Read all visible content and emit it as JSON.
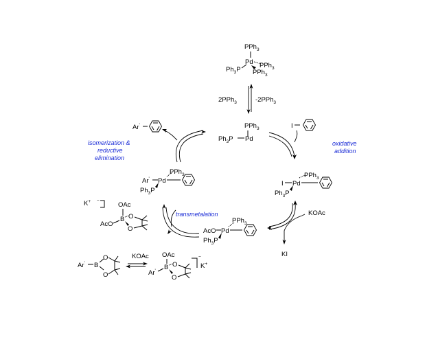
{
  "catalyst_cycle": {
    "precatalyst": {
      "pph3_top": "PPh",
      "pd": "Pd",
      "pph3_right": "PPh",
      "ph3p": "Ph",
      "ph3p_p": "P",
      "pph3_bottom": "PPh",
      "sub3": "3"
    },
    "equilibrium": {
      "plus_label": "2PPh",
      "minus_label": "-2PPh"
    },
    "active_catalyst": {
      "pph3": "PPh",
      "ph3p": "Ph",
      "p": "P",
      "pd": "Pd"
    },
    "steps": {
      "oxidative_line1": "oxidative",
      "oxidative_line2": "addition",
      "transmetalation": "transmetalation",
      "isomerization_line1": "isomerization &",
      "isomerization_line2": "reductive",
      "isomerization_line3": "elimination"
    },
    "reagents": {
      "iodo": "I",
      "koac_right": "KOAc",
      "ki": "KI",
      "koac_bottom": "KOAc",
      "k_plus": "K",
      "minus": "−",
      "plus": "+"
    },
    "oxidative_complex": {
      "i": "I",
      "pd": "Pd",
      "pph3": "PPh",
      "ph3p": "Ph",
      "p": "P"
    },
    "transmetal_complex": {
      "aco": "AcO",
      "pd": "Pd",
      "pph3": "PPh",
      "ph3p": "Ph",
      "p": "P"
    },
    "aryl_complex": {
      "ar": "Ar",
      "prime": "'",
      "pd": "Pd",
      "pph3": "PPh",
      "ph3p": "Ph",
      "p": "P"
    },
    "product": {
      "ar": "Ar",
      "prime": "'"
    },
    "borate_left": {
      "oac": "OAc",
      "aco": "AcO",
      "b": "B",
      "o1": "O",
      "o2": "O"
    },
    "boronate_ester": {
      "ar": "Ar",
      "prime": "'",
      "b": "B",
      "o1": "O",
      "o2": "O"
    },
    "borate_bottom": {
      "oac": "OAc",
      "ar": "Ar",
      "prime": "'",
      "b": "B",
      "o1": "O",
      "o2": "O"
    }
  }
}
